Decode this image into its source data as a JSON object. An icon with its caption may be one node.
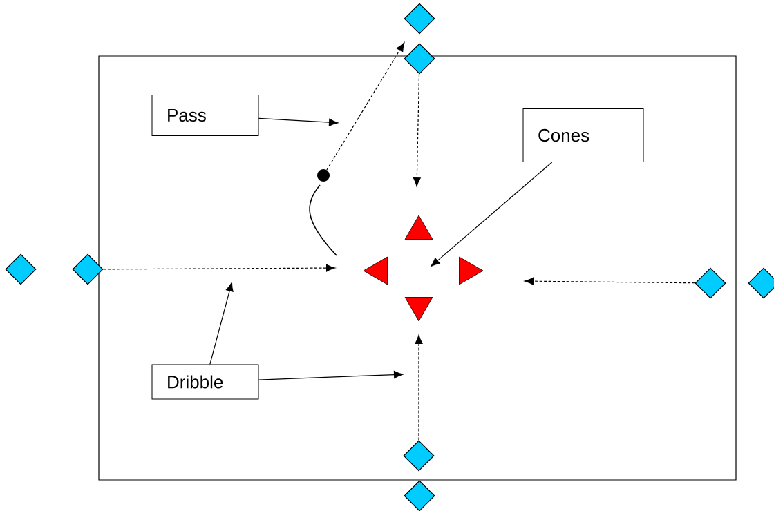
{
  "diagram": {
    "nodes": [
      {
        "text": [],
        "shape": "box"
      },
      {
        "text": [
          "Pass"
        ],
        "in": 0
      },
      {
        "text": [
          "Cones"
        ],
        "in": 0
      },
      {
        "text": [
          "Dribble"
        ],
        "in": 0
      },
      {
        "text": [],
        "shape": "diamond"
      },
      {
        "text": [],
        "shape": "diamond"
      },
      {
        "text": [],
        "shape": "diamond"
      },
      {
        "text": [],
        "shape": "diamond"
      },
      {
        "text": [],
        "shape": "diamond",
        "in": 0
      },
      {
        "text": [],
        "shape": "diamond"
      },
      {
        "text": [],
        "shape": "diamond",
        "in": 0
      },
      {
        "text": [],
        "shape": "diamond"
      },
      {
        "text": [],
        "shape": "triangle",
        "in": 0
      },
      {
        "text": [],
        "shape": "triangle",
        "in": 0
      },
      {
        "text": [],
        "shape": "triangle",
        "in": 0
      },
      {
        "text": [],
        "shape": "triangle",
        "in": 0
      },
      {
        "text": [],
        "shape": "circle",
        "in": 0
      }
    ],
    "edges": [
      {
        "from": 5,
        "to": null,
        "arrow": "to",
        "style": "dashed"
      },
      {
        "from": 7,
        "to": null,
        "arrow": "to",
        "style": "dashed"
      },
      {
        "from": 8,
        "to": null,
        "arrow": "to",
        "style": "dashed"
      },
      {
        "from": 10,
        "to": null,
        "arrow": "to",
        "style": "dashed"
      },
      {
        "from": 16,
        "to": null,
        "arrow": "to",
        "style": "dashed"
      },
      {
        "from": 1,
        "to": null,
        "arrow": "to"
      },
      {
        "from": 2,
        "to": null,
        "arrow": "to"
      },
      {
        "from": 3,
        "to": null,
        "arrow": "to"
      },
      {
        "from": 3,
        "to": null,
        "arrow": "to"
      }
    ]
  }
}
